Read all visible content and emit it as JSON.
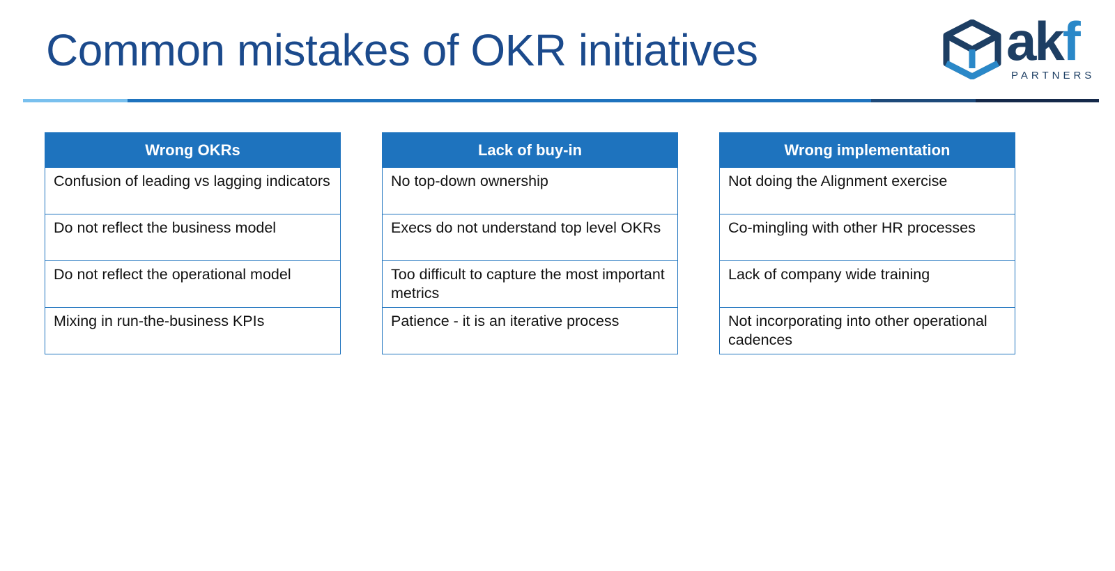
{
  "slide": {
    "title": "Common mistakes of OKR initiatives"
  },
  "logo": {
    "word_main": "ak",
    "word_accent": "f",
    "subtitle": "PARTNERS",
    "icon": "cube-icon",
    "colors": {
      "dark": "#1d3e63",
      "accent": "#2a88c8"
    }
  },
  "colors": {
    "title": "#1b4a8c",
    "table_header": "#1e73be",
    "divider": [
      "#79c0ee",
      "#1e73be",
      "#1d4a7a",
      "#15294a"
    ]
  },
  "tables": [
    {
      "header": "Wrong OKRs",
      "rows": [
        "Confusion of leading vs lagging indicators",
        "Do not reflect the business model",
        "Do not reflect the operational model",
        "Mixing in run-the-business KPIs"
      ]
    },
    {
      "header": "Lack of buy-in",
      "rows": [
        "No top-down ownership",
        "Execs do not understand top level OKRs",
        "Too difficult to capture the most important metrics",
        "Patience - it is an iterative process"
      ]
    },
    {
      "header": "Wrong implementation",
      "rows": [
        "Not doing the Alignment exercise",
        "Co-mingling with other HR processes",
        "Lack of company wide training",
        "Not incorporating into other operational cadences"
      ]
    }
  ]
}
